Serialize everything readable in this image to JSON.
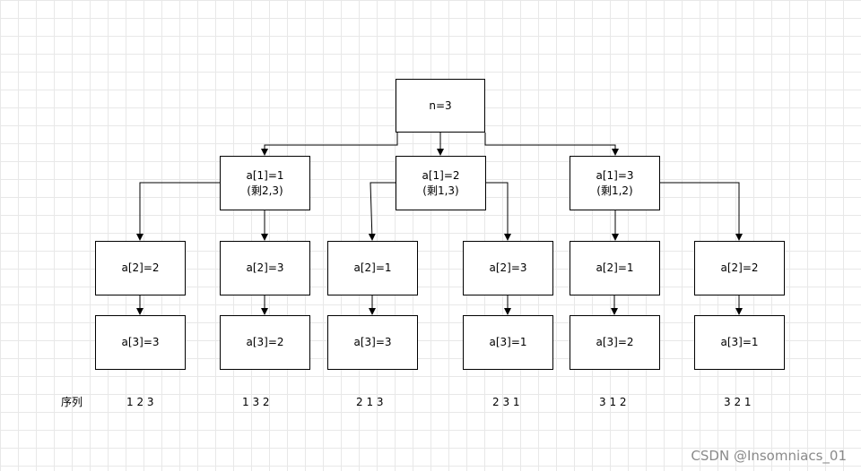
{
  "diagram": {
    "root": "n=3",
    "level1": [
      {
        "line1": "a[1]=1",
        "line2": "(剩2,3)"
      },
      {
        "line1": "a[1]=2",
        "line2": "(剩1,3)"
      },
      {
        "line1": "a[1]=3",
        "line2": "(剩1,2)"
      }
    ],
    "level2": [
      "a[2]=2",
      "a[2]=3",
      "a[2]=1",
      "a[2]=3",
      "a[2]=1",
      "a[2]=2"
    ],
    "level3": [
      "a[3]=3",
      "a[3]=2",
      "a[3]=3",
      "a[3]=1",
      "a[3]=2",
      "a[3]=1"
    ],
    "sequence_label": "序列",
    "sequences": [
      "1 2 3",
      "1 3 2",
      "2 1 3",
      "2 3 1",
      "3 1 2",
      "3 2 1"
    ]
  },
  "watermark": "CSDN @Insomniacs_01",
  "colors": {
    "line": "#000000",
    "grid": "#e8e8e8",
    "watermark": "#8a8a8a"
  }
}
